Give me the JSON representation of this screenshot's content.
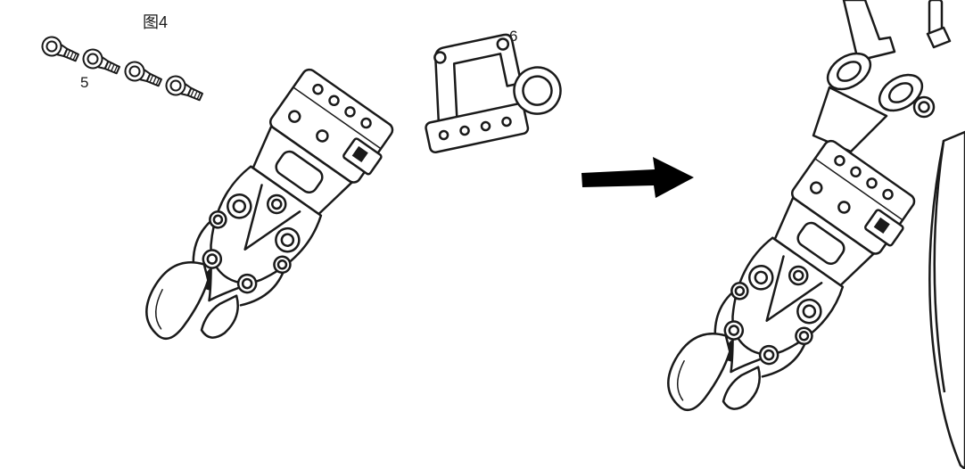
{
  "figure": {
    "title_label": "图4",
    "background_color": "#ffffff",
    "line_color": "#1a1a1a",
    "arrow_color": "#000000",
    "parts": [
      {
        "label": "5",
        "name": "socket-head-cap-screws",
        "count": 4
      },
      {
        "label": "6",
        "name": "clamp-mounting-bracket",
        "count": 1
      }
    ],
    "left_view": "gripper-with-loose-screws-and-bracket",
    "right_view": "gripper-assembled-onto-robot-arm",
    "arrow_direction": "right"
  }
}
